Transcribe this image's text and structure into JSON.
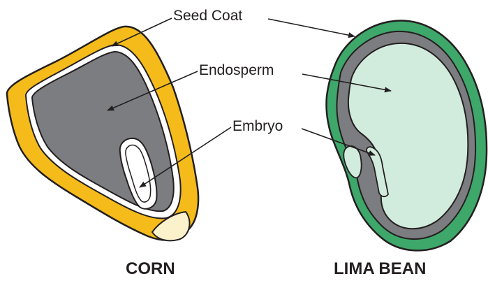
{
  "labels": {
    "seed_coat": "Seed Coat",
    "endosperm": "Endosperm",
    "embryo": "Embryo"
  },
  "captions": {
    "corn": "CORN",
    "lima_bean": "LIMA BEAN"
  },
  "colors": {
    "corn_seed_coat": "#f5bb1a",
    "corn_tip": "#fbf2cc",
    "endosperm": "#7c7d80",
    "bean_seed_coat": "#3ea76a",
    "bean_cotyledon": "#d1ebdc",
    "outline": "#231f20",
    "white": "#ffffff"
  }
}
